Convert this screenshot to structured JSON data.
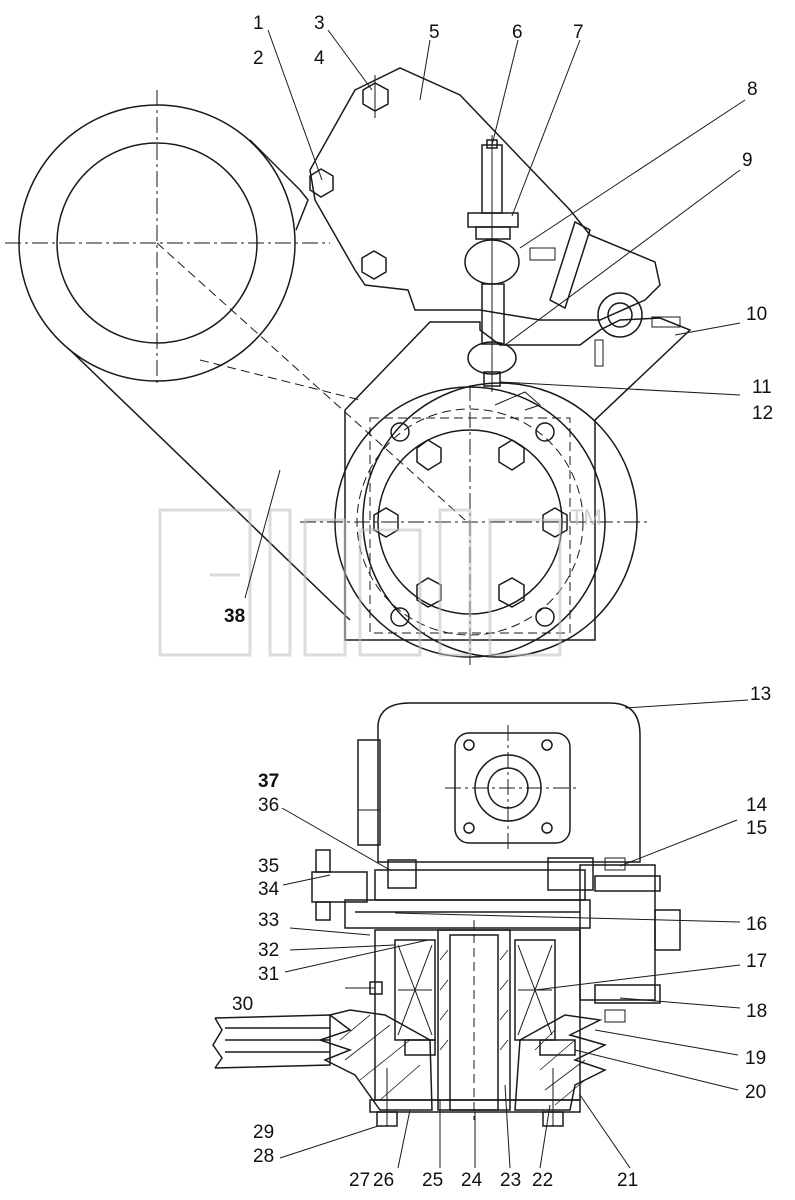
{
  "title": "",
  "part_labels": {
    "l1": "1",
    "l2": "2",
    "l3": "3",
    "l4": "4",
    "l5": "5",
    "l6": "6",
    "l7": "7",
    "l8": "8",
    "l9": "9",
    "l10": "10",
    "l11": "11",
    "l12": "12",
    "l13": "13",
    "l14": "14",
    "l15": "15",
    "l16": "16",
    "l17": "17",
    "l18": "18",
    "l19": "19",
    "l20": "20",
    "l21": "21",
    "l22": "22",
    "l23": "23",
    "l24": "24",
    "l25": "25",
    "l26": "26",
    "l27": "27",
    "l28": "28",
    "l29": "29",
    "l30": "30",
    "l31": "31",
    "l32": "32",
    "l33": "33",
    "l34": "34",
    "l35": "35",
    "l36": "36",
    "l37": "37",
    "l38": "38"
  },
  "watermark": {
    "brand": "3flab",
    "trademark": "TM",
    "color": "#b8bec5"
  },
  "colors": {
    "line": "#1a1a1a",
    "background": "#ffffff"
  }
}
